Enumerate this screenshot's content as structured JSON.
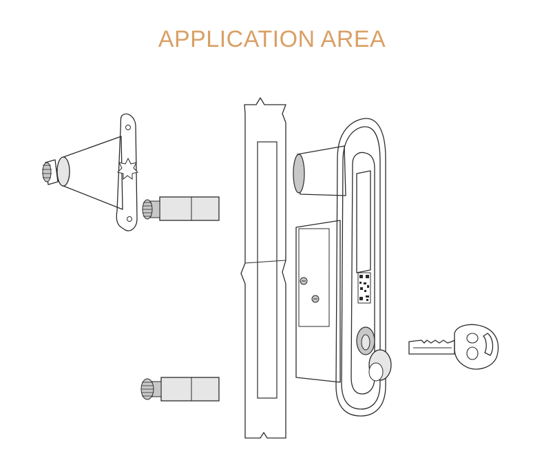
{
  "page": {
    "title": "APPLICATION AREA"
  },
  "colors": {
    "title": "#d9a066",
    "part_fill": "#c8c8c8",
    "part_light": "#e6e6e6",
    "part_white": "#ffffff",
    "outline": "#2a2a2a"
  },
  "parts": [
    {
      "name": "mounting-bracket",
      "icon": "bracket-icon"
    },
    {
      "name": "threaded-stud-upper",
      "icon": "screw-icon"
    },
    {
      "name": "threaded-stud-lower",
      "icon": "screw-icon"
    },
    {
      "name": "door-panel-section",
      "icon": "panel-icon"
    },
    {
      "name": "swing-handle-lock",
      "icon": "lock-icon"
    },
    {
      "name": "key",
      "icon": "key-icon"
    }
  ]
}
